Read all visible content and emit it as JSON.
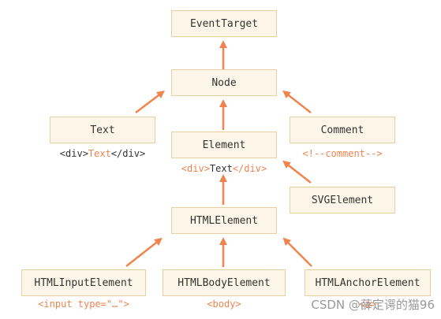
{
  "nodes": {
    "event_target": "EventTarget",
    "node": "Node",
    "text": "Text",
    "comment": "Comment",
    "element": "Element",
    "svg_element": "SVGElement",
    "html_element": "HTMLElement",
    "html_input_element": "HTMLInputElement",
    "html_body_element": "HTMLBodyElement",
    "html_anchor_element": "HTMLAnchorElement"
  },
  "examples": {
    "text": {
      "open": "<div>",
      "inner": "Text",
      "close": "</div>"
    },
    "comment": "<!--comment-->",
    "element": {
      "open": "<div>",
      "inner": "Text",
      "close": "</div>"
    },
    "input": "<input type=\"…\">",
    "body": "<body>",
    "anchor": "<a>"
  },
  "watermark": "CSDN @薛定谔的猫96",
  "colors": {
    "box_fill": "#fdf6e8",
    "box_border": "#e8cfa2",
    "arrow": "#f0844f",
    "text": "#333333"
  }
}
